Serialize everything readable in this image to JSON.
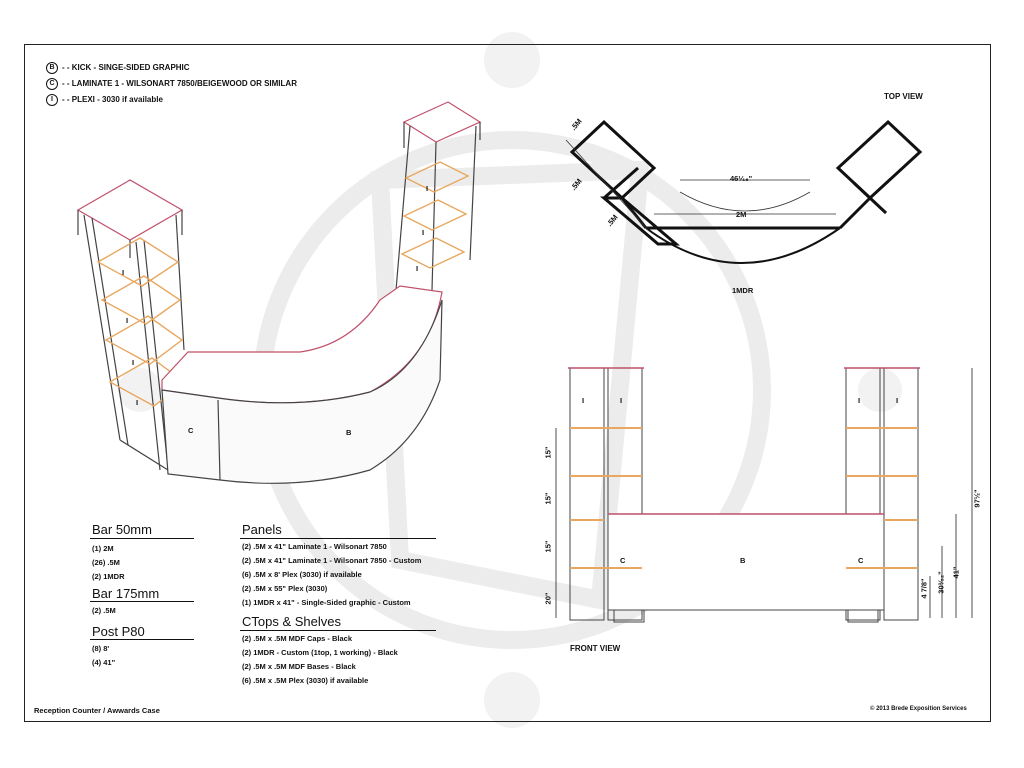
{
  "legend": [
    {
      "symbol": "B",
      "text": "- - KICK - SINGE-SIDED GRAPHIC"
    },
    {
      "symbol": "C",
      "text": "- - LAMINATE 1 - WILSONART 7850/BEIGEWOOD OR SIMILAR"
    },
    {
      "symbol": "I",
      "text": "- - PLEXI - 3030 if available"
    }
  ],
  "views": {
    "top_title": "TOP VIEW",
    "front_title": "FRONT VIEW"
  },
  "top_dims": {
    "half_m_1": ".5M",
    "half_m_2": ".5M",
    "half_m_3": ".5M",
    "inner": "46¹⁄₁₆\"",
    "two_m": "2M",
    "mdr": "1MDR"
  },
  "front_dims": {
    "d1": "15\"",
    "d2": "15\"",
    "d3": "15\"",
    "d4": "20\"",
    "total": "97½\"",
    "h41": "41\"",
    "h30": "30³⁄₃₂\"",
    "h4": "4 7/8\""
  },
  "bom": {
    "bar50": {
      "title": "Bar 50mm",
      "rows": [
        "(1) 2M",
        "(26) .5M",
        "(2) 1MDR"
      ]
    },
    "bar175": {
      "title": "Bar 175mm",
      "rows": [
        "(2) .5M"
      ]
    },
    "post": {
      "title": "Post P80",
      "rows": [
        "(8) 8'",
        "(4) 41\""
      ]
    },
    "panels": {
      "title": "Panels",
      "rows": [
        "(2) .5M x 41\" Laminate 1 - Wilsonart 7850",
        "(2) .5M x 41\" Laminate 1 - Wilsonart 7850 - Custom",
        "(6) .5M x 8' Plex (3030) if available",
        "(2) .5M x 55\" Plex (3030)",
        "(1) 1MDR x 41\" - Single-Sided graphic - Custom"
      ]
    },
    "ctops": {
      "title": "CTops & Shelves",
      "rows": [
        "(2) .5M x .5M MDF Caps - Black",
        "(2) 1MDR - Custom (1top, 1 working) - Black",
        "(2) .5M x .5M MDF Bases - Black",
        "(6) .5M x .5M Plex (3030) if available"
      ]
    }
  },
  "footer": {
    "left": "Reception Counter / Awwards Case",
    "right": "© 2013 Brede Exposition Services"
  },
  "symbols": {
    "i": "I",
    "b": "B",
    "c": "C"
  },
  "colors": {
    "shelf": "#e8a860",
    "accent": "#c0506a",
    "line": "#222222"
  }
}
